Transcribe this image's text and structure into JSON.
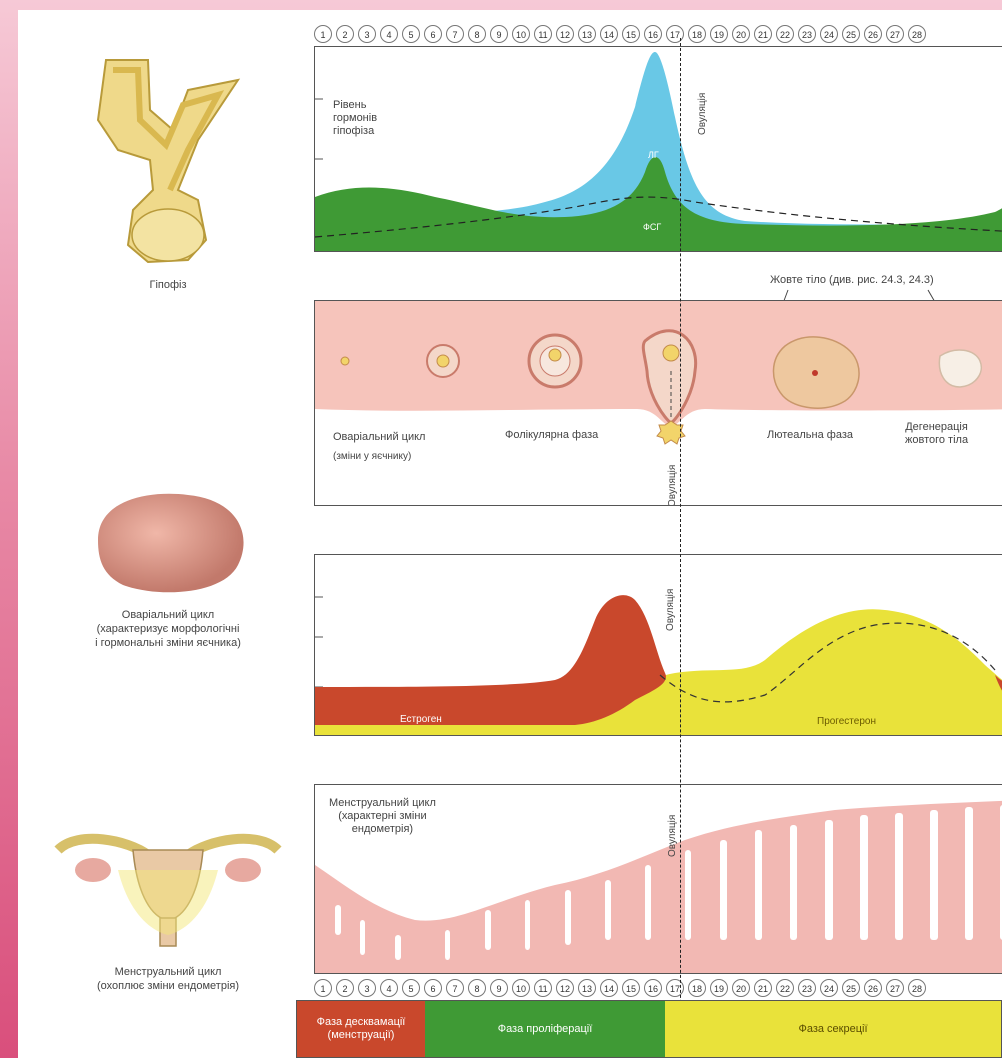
{
  "days_top": [
    "1",
    "2",
    "3",
    "4",
    "5",
    "6",
    "7",
    "8",
    "9",
    "10",
    "11",
    "12",
    "13",
    "14",
    "15",
    "16",
    "17",
    "18",
    "19",
    "20",
    "21",
    "22",
    "23",
    "24",
    "25",
    "26",
    "27",
    "28"
  ],
  "days_bottom": [
    "1",
    "2",
    "3",
    "4",
    "5",
    "6",
    "7",
    "8",
    "9",
    "10",
    "11",
    "12",
    "13",
    "14",
    "15",
    "16",
    "17",
    "18",
    "19",
    "20",
    "21",
    "22",
    "23",
    "24",
    "25",
    "26",
    "27",
    "28"
  ],
  "left": {
    "pituitary_caption": "Гіпофіз",
    "ovary_caption_1": "Оваріальний цикл",
    "ovary_caption_2": "(характеризує морфологічні",
    "ovary_caption_3": "і гормональні зміни яєчника)",
    "uterus_caption_1": "Менструальний цикл",
    "uterus_caption_2": "(охоплює зміни ендометрія)"
  },
  "panel1": {
    "label_1": "Рівень",
    "label_2": "гормонів",
    "label_3": "гіпофіза",
    "lh": "ЛГ",
    "fsh": "ФСГ",
    "ovulation": "Овуляція"
  },
  "corpus_luteum_note": "Жовте тіло (див. рис. 24.3, 24.3)",
  "panel2": {
    "cycle_1": "Оваріальний цикл",
    "cycle_2": "(зміни у яєчнику)",
    "follicular": "Фолікулярна фаза",
    "luteal": "Лютеальна фаза",
    "degeneration_1": "Дегенерація",
    "degeneration_2": "жовтого тіла",
    "ovulation": "Овуляція"
  },
  "panel3": {
    "estrogen": "Естроген",
    "progesterone": "Прогестерон",
    "ovulation": "Овуляція"
  },
  "panel4": {
    "label_1": "Менструальний цикл",
    "label_2": "(характерні зміни",
    "label_3": "ендометрія)",
    "ovulation": "Овуляція"
  },
  "phases": {
    "desquamation_1": "Фаза десквамації",
    "desquamation_2": "(менструації)",
    "proliferation": "Фаза проліферації",
    "secretion": "Фаза секреції"
  },
  "colors": {
    "fsh_green": "#3f9a35",
    "lh_blue": "#69c8e6",
    "estrogen_red": "#c9482c",
    "progesterone_yellow": "#e9e23a",
    "ovary_pink": "#f6c4bb",
    "endometrium_pink": "#f2b8b3"
  }
}
